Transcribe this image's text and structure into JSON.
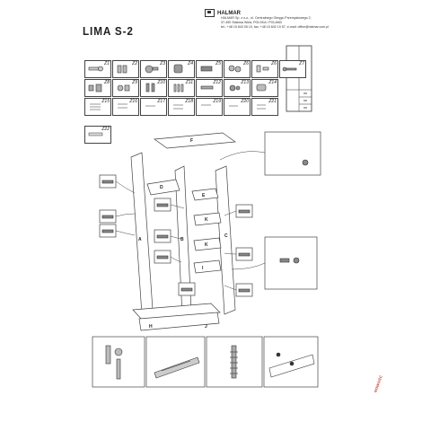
{
  "document": {
    "title": "LIMA S-2",
    "brand": "HALMAR",
    "address_lines": [
      "HALMAR Sp. z o.o., ul. Centralnego Okręgu Przemysłowego 2,",
      "37-450 Stalowa Wola, POLSKA / POLAND",
      "tel.: +48 15 843 05 10, fax: +48 15 842 19 57, e-mail: office@halmar.com.pl"
    ],
    "stamp": "NOWOŚĆ"
  },
  "hardware": [
    {
      "label": "Z1"
    },
    {
      "label": "Z2"
    },
    {
      "label": "Z3"
    },
    {
      "label": "Z4"
    },
    {
      "label": "Z5"
    },
    {
      "label": "Z6"
    },
    {
      "label": "Z6"
    },
    {
      "label": "Z7"
    },
    {
      "label": "Z8"
    },
    {
      "label": "Z9"
    },
    {
      "label": "Z10"
    },
    {
      "label": "Z11"
    },
    {
      "label": "Z12"
    },
    {
      "label": "Z13"
    },
    {
      "label": "Z14"
    },
    {
      "label": "Z15"
    },
    {
      "label": "Z16"
    },
    {
      "label": "Z17"
    },
    {
      "label": "Z18"
    },
    {
      "label": "Z19"
    },
    {
      "label": "Z20"
    },
    {
      "label": "Z21"
    },
    {
      "label": "Z22"
    }
  ],
  "panels": {
    "A": "A",
    "B": "B",
    "C": "C",
    "D": "D",
    "E": "E",
    "F": "F",
    "H": "H",
    "I": "I",
    "K1": "K",
    "K2": "K",
    "J": "J"
  }
}
